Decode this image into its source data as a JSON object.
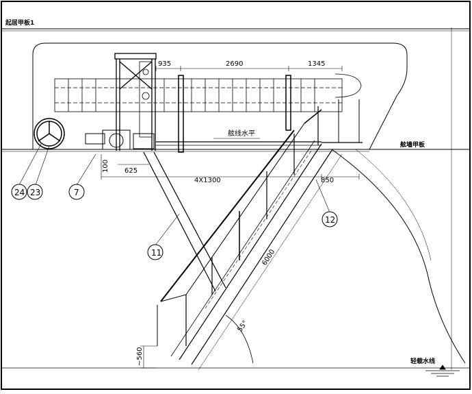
{
  "labels": {
    "top_deck": "起居甲板1",
    "bulwark_deck": "舷墙甲板",
    "light_waterline": "轻载水线",
    "horizontal_line": "舷线水平"
  },
  "dimensions": {
    "d935": "935",
    "d2690": "2690",
    "d1345": "1345",
    "d100": "100",
    "d625": "625",
    "d4x1300": "4X1300",
    "d850": "850",
    "d6000": "6000",
    "d560": "~560",
    "angle": "55°"
  },
  "callouts": {
    "c24": "24",
    "c23": "23",
    "c7": "7",
    "c11": "11",
    "c12": "12"
  }
}
